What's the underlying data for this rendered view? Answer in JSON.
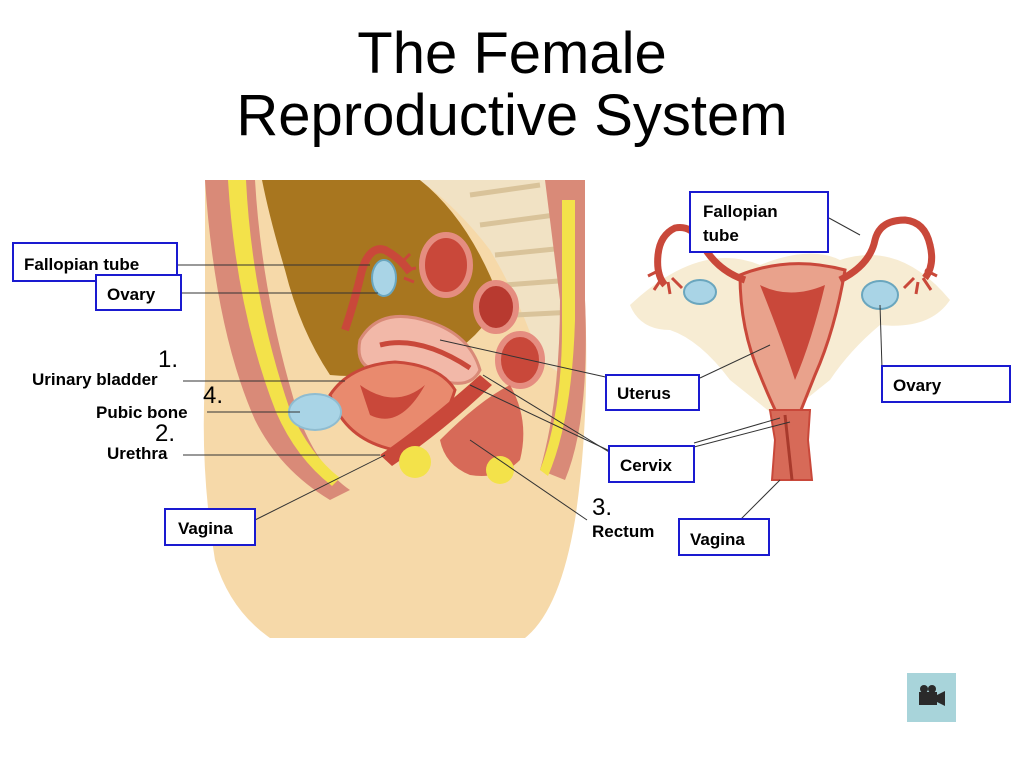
{
  "title": {
    "line1": "The Female",
    "line2": "Reproductive System"
  },
  "sagittal_labels": {
    "fallopian_tube": "Fallopian tube",
    "ovary": "Ovary",
    "urinary_bladder": "Urinary bladder",
    "pubic_bone": "Pubic bone",
    "urethra": "Urethra",
    "vagina": "Vagina",
    "uterus": "Uterus",
    "cervix": "Cervix",
    "rectum": "Rectum"
  },
  "frontal_labels": {
    "fallopian_tube_line1": "Fallopian",
    "fallopian_tube_line2": "tube",
    "ovary": "Ovary",
    "vagina": "Vagina"
  },
  "numbers": {
    "n1": "1.",
    "n2": "2.",
    "n3": "3.",
    "n4": "4."
  },
  "colors": {
    "label_border": "#1a1ad0",
    "skin": "#f6d9a9",
    "muscle": "#d98a78",
    "organ_red": "#c9483a",
    "fat_yellow": "#f3e24a",
    "bone": "#a9d4e6",
    "button": "#a8d4da"
  },
  "icons": {
    "media_button": "video-camera-icon"
  }
}
